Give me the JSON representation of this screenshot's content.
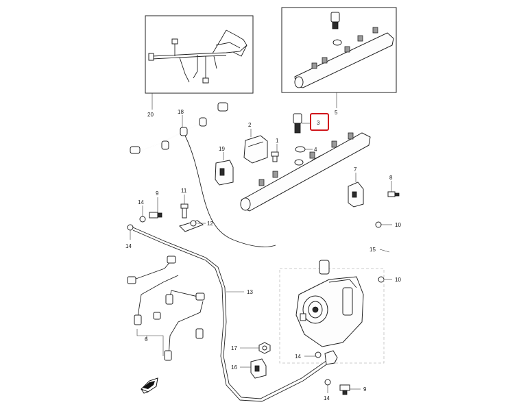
{
  "callouts": {
    "c1": "1",
    "c2": "2",
    "c3": "3",
    "c4": "4",
    "c5": "5",
    "c6": "6",
    "c7": "7",
    "c8": "8",
    "c9a": "9",
    "c9b": "9",
    "c10a": "10",
    "c10b": "10",
    "c11": "11",
    "c12": "12",
    "c13": "13",
    "c14a": "14",
    "c14b": "14",
    "c14c": "14",
    "c14d": "14",
    "c15": "15",
    "c16": "16",
    "c17": "17",
    "c18": "18",
    "c19": "19",
    "c20": "20"
  },
  "highlight": {
    "part": "3",
    "color": "#d0151b"
  },
  "colors": {
    "line": "#222222",
    "label": "#1a1a1a"
  },
  "icons": {
    "front_arrow": "front-direction-arrow-icon"
  }
}
